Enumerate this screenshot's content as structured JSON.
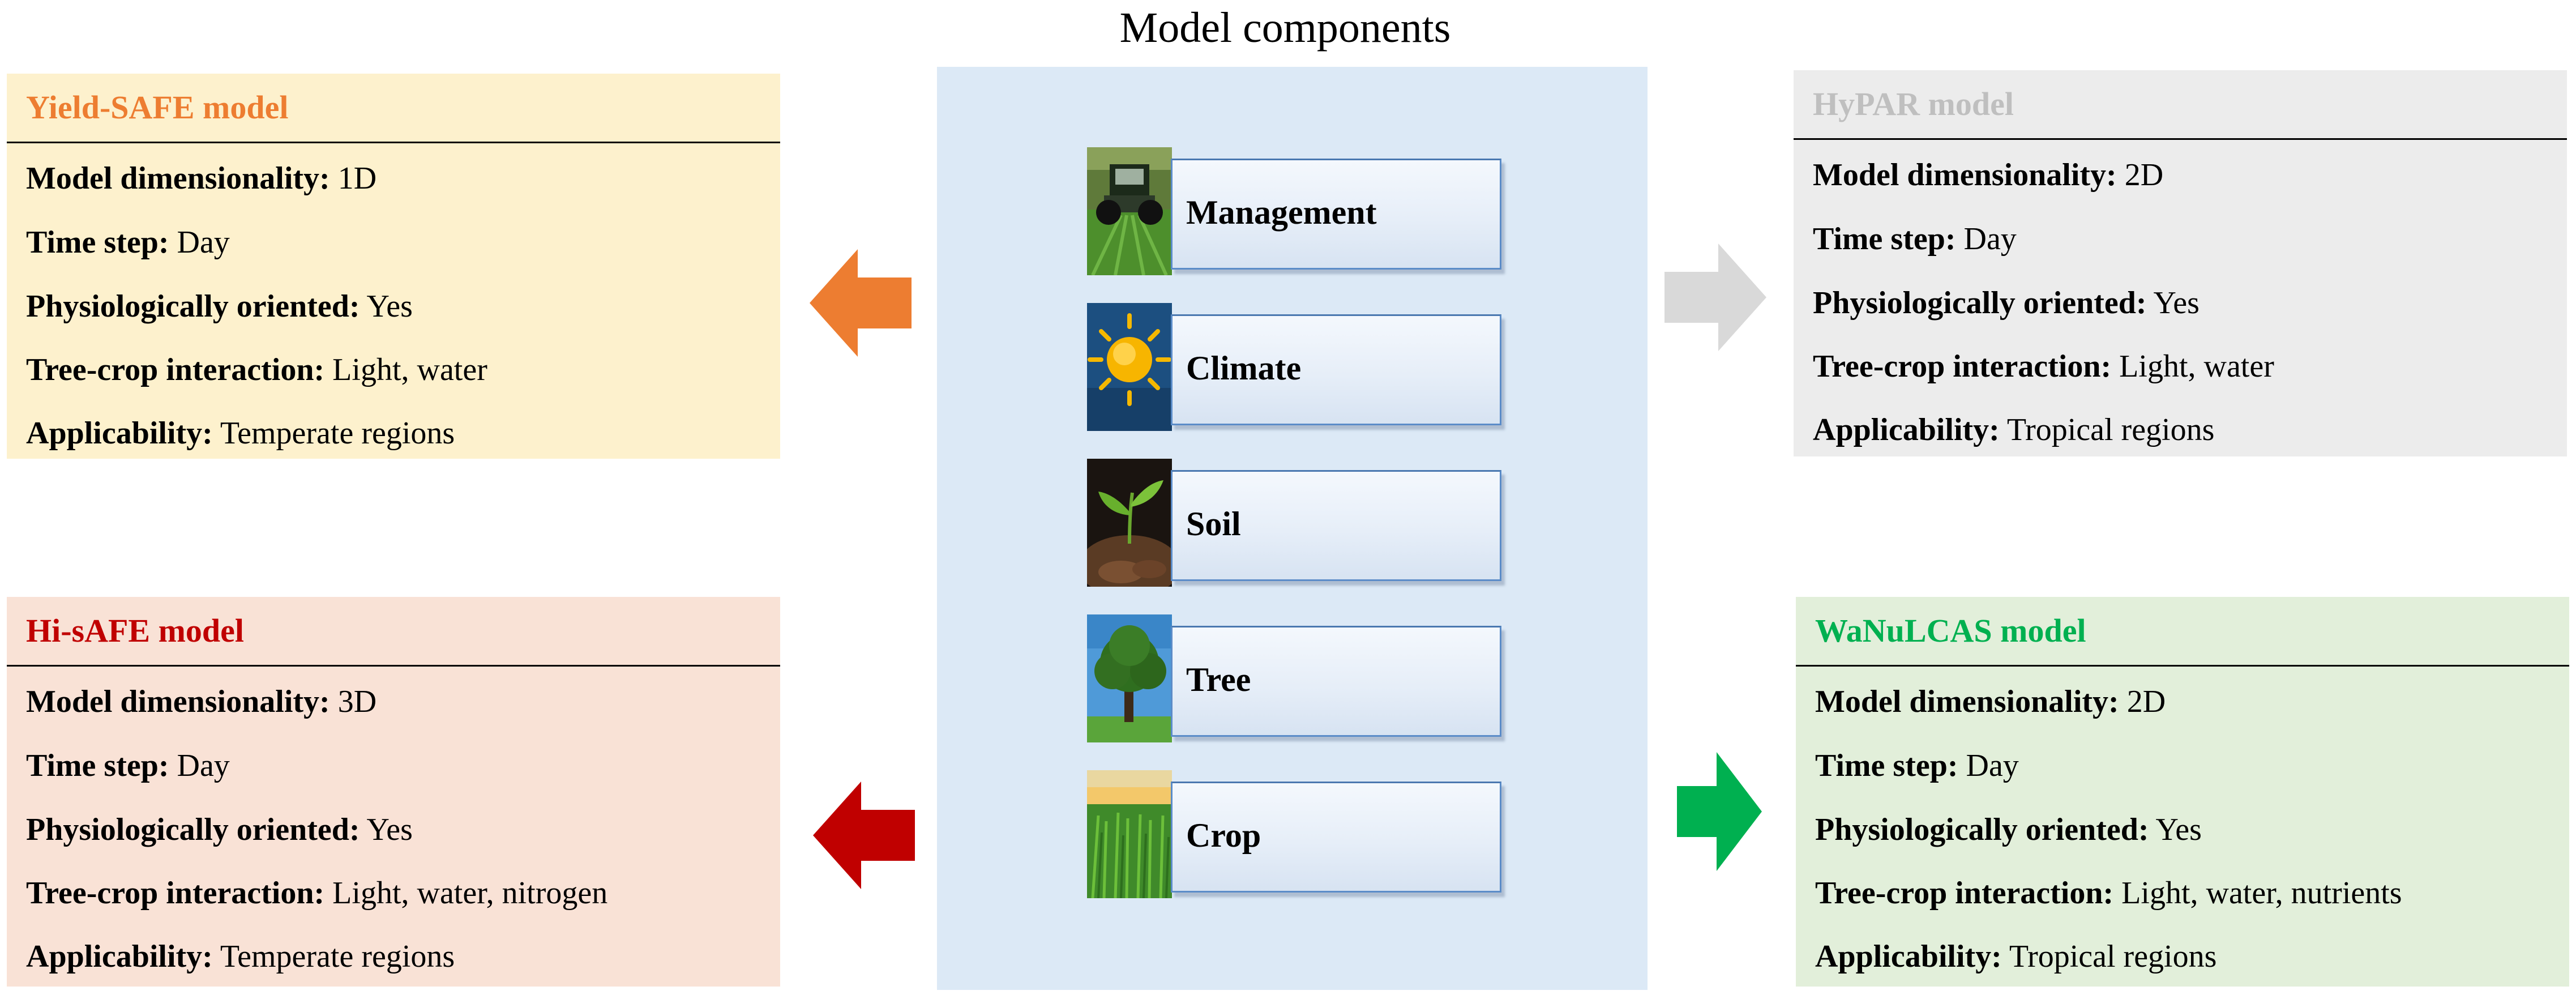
{
  "title": "Model components",
  "components": [
    {
      "label": "Management",
      "icon": "tractor-field-icon"
    },
    {
      "label": "Climate",
      "icon": "sun-icon"
    },
    {
      "label": "Soil",
      "icon": "seedling-soil-icon"
    },
    {
      "label": "Tree",
      "icon": "tree-icon"
    },
    {
      "label": "Crop",
      "icon": "crop-field-icon"
    }
  ],
  "models": {
    "yield_safe": {
      "name": "Yield-SAFE model",
      "name_color": "#ed7d31",
      "bg": "#fdf1cd",
      "rows": [
        {
          "key": "Model dimensionality:",
          "value": "1D"
        },
        {
          "key": "Time step:",
          "value": "Day"
        },
        {
          "key": "Physiologically oriented:",
          "value": "Yes"
        },
        {
          "key": "Tree-crop interaction:",
          "value": "Light, water"
        },
        {
          "key": "Applicability:",
          "value": "Temperate regions"
        }
      ]
    },
    "hypar": {
      "name": "HyPAR model",
      "name_color": "#bfbfbf",
      "bg": "#ececec",
      "rows": [
        {
          "key": "Model dimensionality:",
          "value": "2D"
        },
        {
          "key": "Time step:",
          "value": "Day"
        },
        {
          "key": "Physiologically oriented:",
          "value": "Yes"
        },
        {
          "key": "Tree-crop interaction:",
          "value": "Light, water"
        },
        {
          "key": "Applicability:",
          "value": "Tropical regions"
        }
      ]
    },
    "hi_safe": {
      "name": "Hi-sAFE model",
      "name_color": "#c00000",
      "bg": "#f9e2d6",
      "rows": [
        {
          "key": "Model dimensionality:",
          "value": "3D"
        },
        {
          "key": "Time step:",
          "value": "Day"
        },
        {
          "key": "Physiologically oriented:",
          "value": "Yes"
        },
        {
          "key": "Tree-crop interaction:",
          "value": "Light, water, nitrogen"
        },
        {
          "key": "Applicability:",
          "value": "Temperate regions"
        }
      ]
    },
    "wanulcas": {
      "name": "WaNuLCAS model",
      "name_color": "#00b050",
      "bg": "#e2efda",
      "rows": [
        {
          "key": "Model dimensionality:",
          "value": "2D"
        },
        {
          "key": "Time step:",
          "value": "Day"
        },
        {
          "key": "Physiologically oriented:",
          "value": "Yes"
        },
        {
          "key": "Tree-crop interaction:",
          "value": "Light, water, nutrients"
        },
        {
          "key": "Applicability:",
          "value": "Tropical regions"
        }
      ]
    }
  },
  "arrow_colors": {
    "yield_safe": "#ed7d31",
    "hypar": "#d9d9d9",
    "hi_safe": "#c00000",
    "wanulcas": "#00b050"
  }
}
